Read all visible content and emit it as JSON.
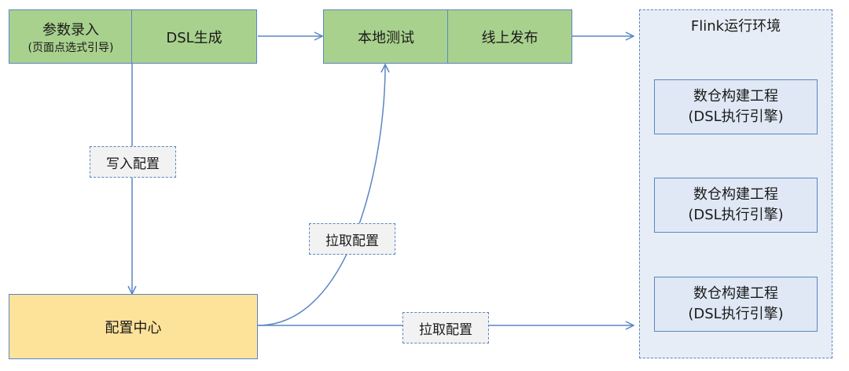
{
  "nodes": {
    "param_entry_line1": "参数录入",
    "param_entry_line2": "(页面点选式引导)",
    "dsl_gen": "DSL生成",
    "local_test": "本地测试",
    "online_publish": "线上发布",
    "config_center": "配置中心"
  },
  "labels": {
    "write_config": "写入配置",
    "pull_config_1": "拉取配置",
    "pull_config_2": "拉取配置"
  },
  "flink_env": {
    "title": "Flink运行环境",
    "engines": [
      {
        "line1": "数仓构建工程",
        "line2": "(DSL执行引擎)"
      },
      {
        "line1": "数仓构建工程",
        "line2": "(DSL执行引擎)"
      },
      {
        "line1": "数仓构建工程",
        "line2": "(DSL执行引擎)"
      }
    ]
  },
  "colors": {
    "green": "#a9d18e",
    "yellow": "#fde39a",
    "border_blue": "#5b86c4",
    "env_bg": "#e6edf6"
  }
}
